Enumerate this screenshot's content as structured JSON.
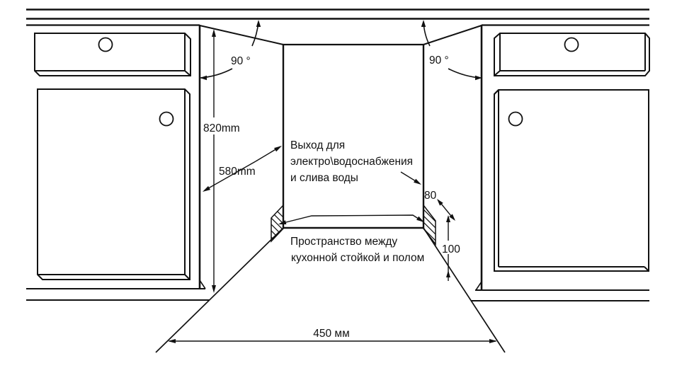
{
  "diagram": {
    "type": "built-in dishwasher niche installation drawing",
    "colors": {
      "ink": "#111111",
      "background": "#ffffff"
    },
    "labels": {
      "angle_left": "90 °",
      "angle_right": "90 °",
      "niche_height": "820mm",
      "niche_depth": "580mm",
      "niche_width": "450 мм",
      "plinth_depth": "80",
      "plinth_height": "100",
      "outlet": {
        "line1": "Выход для",
        "line2": "электро\\водоснабжения",
        "line3": "и слива воды"
      },
      "gap": {
        "line1": "Пространство между",
        "line2": "кухонной стойкой и полом"
      }
    }
  }
}
